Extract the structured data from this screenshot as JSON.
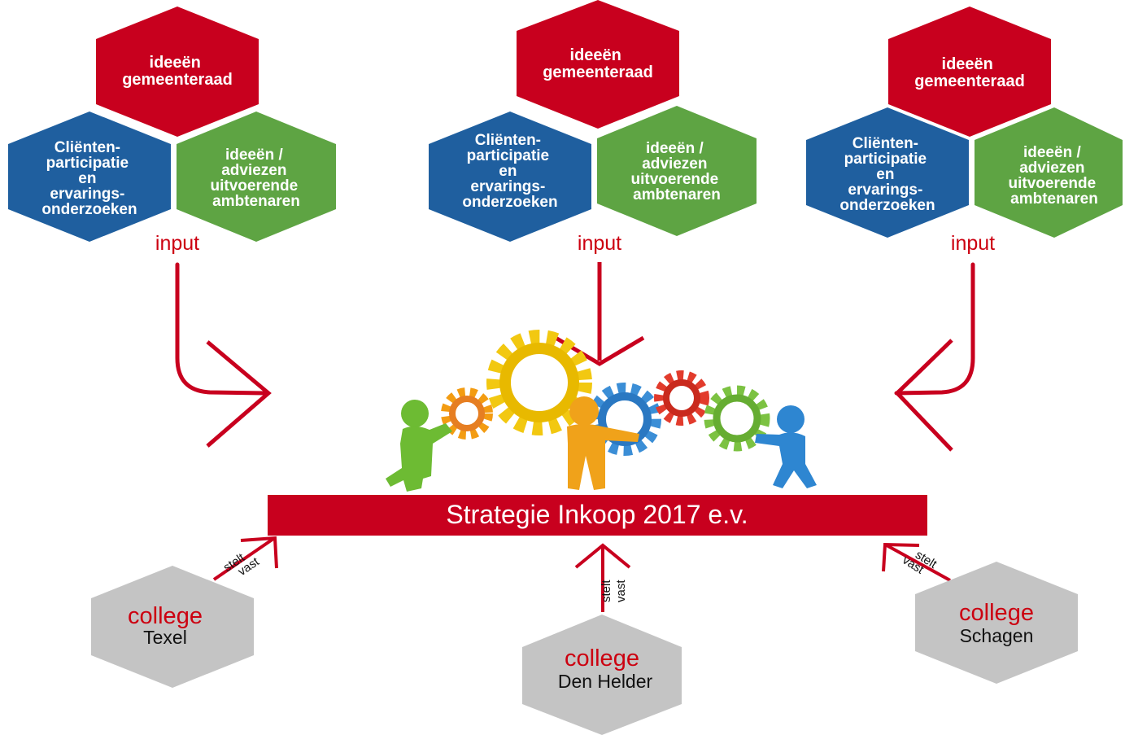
{
  "colors": {
    "red": "#c8001e",
    "blue": "#1f5f9f",
    "green": "#5ea443",
    "gray": "#c4c4c4",
    "dark_red_text": "#cc0010",
    "white": "#ffffff",
    "black": "#111111"
  },
  "clusters": [
    {
      "ideas_council": [
        "ideeën",
        "gemeenteraad"
      ],
      "client_participation": [
        "Cliënten-",
        "participatie",
        "en",
        "ervarings-",
        "onderzoeken"
      ],
      "civil_servants": [
        "ideeën /",
        "adviezen",
        "uitvoerende",
        "ambtenaren"
      ],
      "input_label": "input"
    },
    {
      "ideas_council": [
        "ideeën",
        "gemeenteraad"
      ],
      "client_participation": [
        "Cliënten-",
        "participatie",
        "en",
        "ervarings-",
        "onderzoeken"
      ],
      "civil_servants": [
        "ideeën /",
        "adviezen",
        "uitvoerende",
        "ambtenaren"
      ],
      "input_label": "input"
    },
    {
      "ideas_council": [
        "ideeën",
        "gemeenteraad"
      ],
      "client_participation": [
        "Cliënten-",
        "participatie",
        "en",
        "ervarings-",
        "onderzoeken"
      ],
      "civil_servants": [
        "ideeën /",
        "adviezen",
        "uitvoerende",
        "ambtenaren"
      ],
      "input_label": "input"
    }
  ],
  "central_banner": "Strategie Inkoop 2017 e.v.",
  "colleges": [
    {
      "title": "college",
      "name": "Texel",
      "arrow_label": [
        "stelt",
        "vast"
      ]
    },
    {
      "title": "college",
      "name": "Den Helder",
      "arrow_label": [
        "stelt",
        "vast"
      ]
    },
    {
      "title": "college",
      "name": "Schagen",
      "arrow_label": [
        "stelt",
        "vast"
      ]
    }
  ],
  "illustration": "people-with-gears-icon"
}
